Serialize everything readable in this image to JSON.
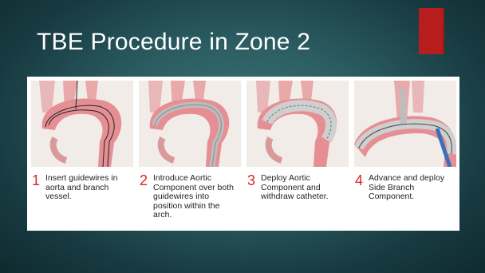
{
  "slide": {
    "title": "TBE Procedure in Zone 2",
    "accent_color": "#b81d1d",
    "background_color": "#2a5b60"
  },
  "steps": [
    {
      "number": "1",
      "text": "Insert guidewires in aorta and branch vessel.",
      "image": "aortic-arch-guidewires"
    },
    {
      "number": "2",
      "text": "Introduce Aortic Component over both guidewires into position within the arch.",
      "image": "aortic-arch-delivery-catheter"
    },
    {
      "number": "3",
      "text": "Deploy Aortic Component and withdraw catheter.",
      "image": "aortic-arch-stent-graft"
    },
    {
      "number": "4",
      "text": "Advance and deploy Side Branch Component.",
      "image": "aortic-arch-side-branch-stent"
    }
  ]
}
